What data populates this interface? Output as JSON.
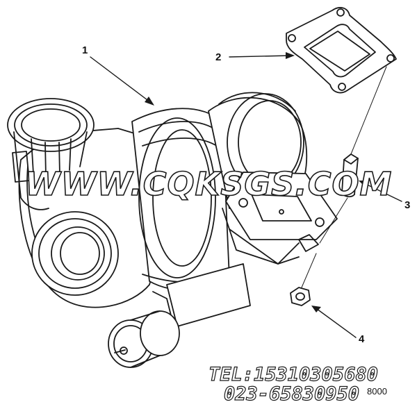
{
  "callouts": {
    "c1": "1",
    "c2": "2",
    "c3": "3",
    "c4": "4"
  },
  "watermark": "WWW.CQKSGS.COM",
  "contact": {
    "tel": "TEL:15310305680",
    "fax": "023-65830950"
  },
  "figure_ref": "8000"
}
